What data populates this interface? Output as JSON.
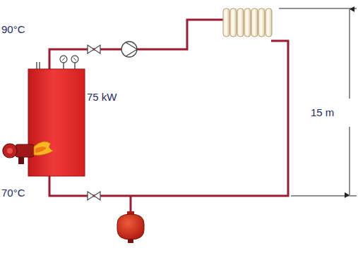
{
  "diagram": {
    "nodes": [
      {
        "text": [
          "75 kW"
        ]
      }
    ],
    "labels": [
      "90°C",
      "70°C",
      "15 m"
    ]
  }
}
